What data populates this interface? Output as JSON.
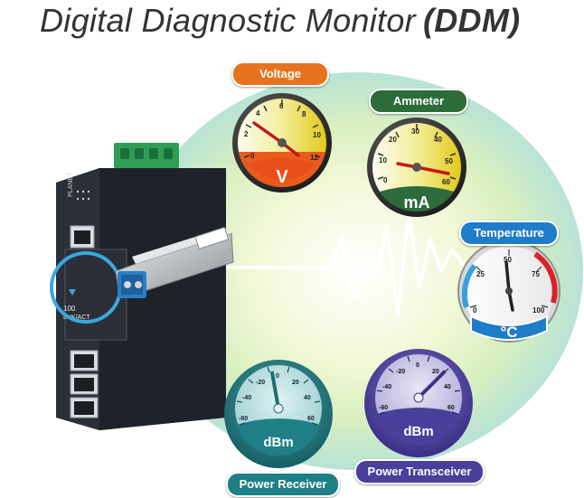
{
  "title": {
    "main": "Digital Diagnostic Monitor",
    "abbr": "(DDM)"
  },
  "gauges": {
    "voltage": {
      "label": "Voltage",
      "unit": "V",
      "ticks": [
        "0",
        "2",
        "4",
        "6",
        "8",
        "10",
        "12"
      ],
      "color": "#e8731e"
    },
    "ammeter": {
      "label": "Ammeter",
      "unit": "mA",
      "ticks": [
        "0",
        "10",
        "20",
        "30",
        "40",
        "50",
        "60"
      ],
      "color": "#2d6b3a"
    },
    "temperature": {
      "label": "Temperature",
      "unit": "°C",
      "ticks": [
        "0",
        "25",
        "50",
        "75",
        "100"
      ],
      "color": "#1e7cc8"
    },
    "power_receiver": {
      "label": "Power Receiver",
      "unit": "dBm",
      "ticks": [
        "-60",
        "-40",
        "-20",
        "0",
        "20",
        "40",
        "60"
      ],
      "color": "#1f7f86"
    },
    "power_transceiver": {
      "label": "Power Transceiver",
      "unit": "dBm",
      "ticks": [
        "-60",
        "-40",
        "-20",
        "0",
        "20",
        "40",
        "60"
      ],
      "color": "#4a3f9a"
    }
  },
  "device": {
    "brand": "PLANET",
    "port_label": "100",
    "port_sub": "LNK/ACT"
  }
}
